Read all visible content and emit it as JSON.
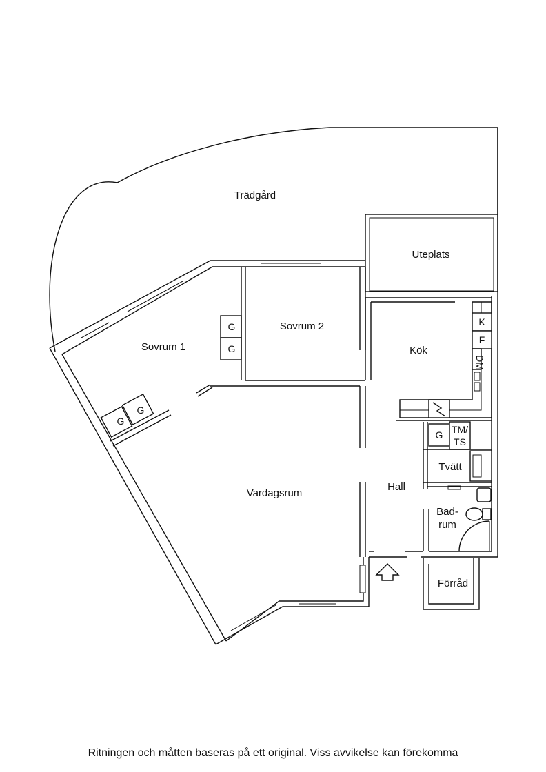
{
  "rooms": {
    "tradgard": "Trädgård",
    "uteplats": "Uteplats",
    "sovrum1": "Sovrum 1",
    "sovrum2": "Sovrum 2",
    "kok": "Kök",
    "vardagsrum": "Vardagsrum",
    "hall": "Hall",
    "tvatt": "Tvätt",
    "badrum_line1": "Bad-",
    "badrum_line2": "rum",
    "forrad": "Förråd"
  },
  "fixtures": {
    "wardrobe": "G",
    "kyl": "K",
    "frys": "F",
    "diskmaskin": "DM",
    "tm_line1": "TM/",
    "tm_line2": "TS"
  },
  "disclaimer": "Ritningen och måtten baseras på ett original. Viss avvikelse kan förekomma"
}
